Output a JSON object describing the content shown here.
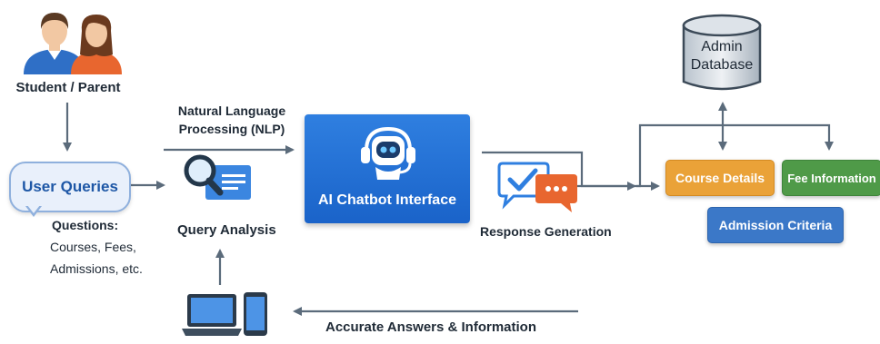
{
  "colors": {
    "arrow": "#5b6b7b",
    "chatbot_blue": "#1a63c9",
    "course_orange": "#eaa238",
    "fee_green": "#4f9a48",
    "admission_blue": "#3b78c8",
    "bubble_text": "#1e57a6"
  },
  "nodes": {
    "student": {
      "label": "Student / Parent",
      "icon": "student-parent-icon"
    },
    "user_queries": {
      "label": "User Queries",
      "questions_title": "Questions:",
      "questions_line1": "Courses, Fees,",
      "questions_line2": "Admissions, etc."
    },
    "nlp": {
      "line1": "Natural Language",
      "line2": "Processing (NLP)"
    },
    "query_analysis": {
      "label": "Query Analysis",
      "icon": "magnifier-document-icon"
    },
    "chatbot": {
      "label": "AI Chatbot Interface",
      "icon": "robot-headset-icon"
    },
    "response": {
      "label": "Response Generation",
      "icon": "chat-bubbles-icon"
    },
    "database": {
      "line1": "Admin",
      "line2": "Database",
      "icon": "database-cylinder-icon"
    },
    "course_details": {
      "label": "Course Details"
    },
    "fee_information": {
      "label": "Fee Information"
    },
    "admission_criteria": {
      "label": "Admission Criteria"
    },
    "devices": {
      "icon": "laptop-phone-icon"
    },
    "feedback": {
      "label": "Accurate Answers & Information"
    }
  }
}
